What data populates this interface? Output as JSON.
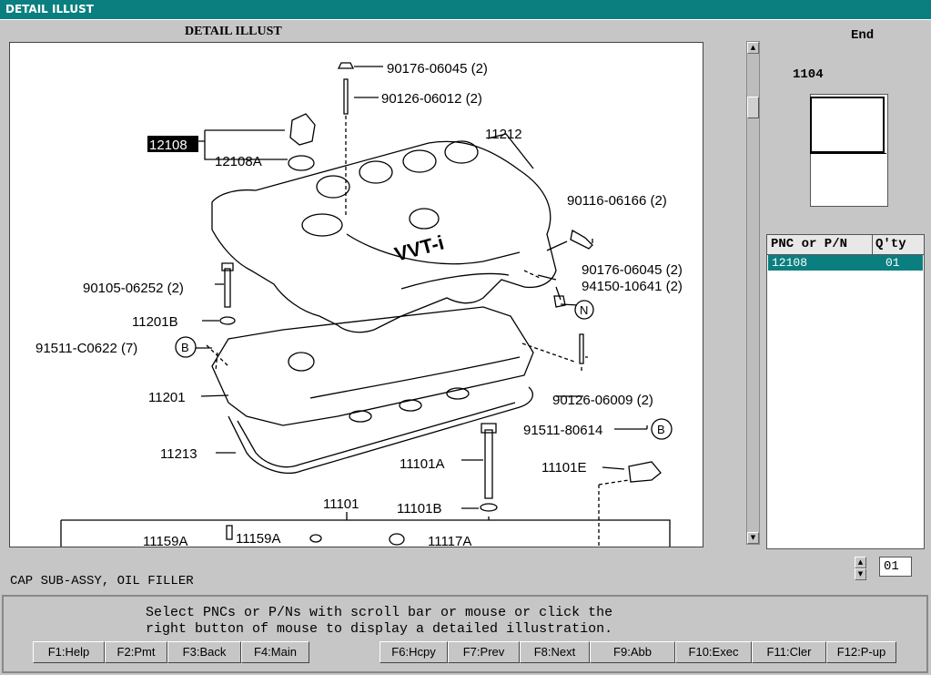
{
  "window": {
    "title": "DETAIL ILLUST"
  },
  "illustration": {
    "heading": "DETAIL ILLUST",
    "labels": {
      "p12108": "12108",
      "p12108A": "12108A",
      "p90176a": "90176-06045 (2)",
      "p90126a": "90126-06012 (2)",
      "p11212": "11212",
      "p90116": "90116-06166 (2)",
      "p90105": "90105-06252 (2)",
      "p90176b": "90176-06045 (2)",
      "p94150": "94150-10641 (2)",
      "pN": "N",
      "p11201B": "11201B",
      "p91511a": "91511-C0622 (7)",
      "pB1": "B",
      "p11201": "11201",
      "p90126b": "90126-06009 (2)",
      "p91511b": "91511-80614",
      "pB2": "B",
      "p11213": "11213",
      "p11101A": "11101A",
      "p11101E": "11101E",
      "p11101": "11101",
      "p11101B": "11101B",
      "p11159A1": "11159A",
      "p11159A2": "11159A",
      "p11117A": "11117A",
      "logo": "VVT-i"
    }
  },
  "navigator": {
    "end_label": "End",
    "page_label": "1104"
  },
  "parts_list": {
    "headers": {
      "pnc": "PNC or P/N",
      "qty": "Q'ty"
    },
    "rows": [
      {
        "pnc": "12108",
        "qty": "01"
      }
    ]
  },
  "part_name": "CAP SUB-ASSY, OIL FILLER",
  "quantity_field": "01",
  "message": {
    "line1": "Select PNCs or P/Ns with scroll bar or mouse or click the",
    "line2": "right button of mouse to display a detailed illustration."
  },
  "function_keys": [
    "F1:Help",
    "F2:Pmt",
    "F3:Back",
    "F4:Main",
    "F6:Hcpy",
    "F7:Prev",
    "F8:Next",
    "F9:Abb",
    "F10:Exec",
    "F11:Cler",
    "F12:P-up"
  ]
}
